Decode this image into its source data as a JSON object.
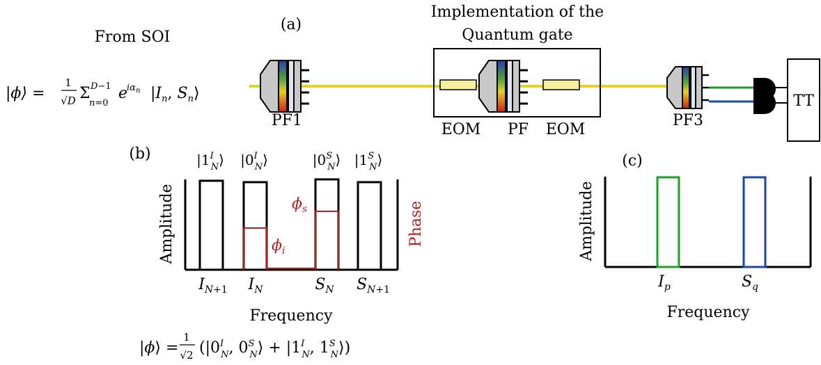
{
  "panel_a": {
    "label": "(a)",
    "source_label": "From SOI",
    "input_state": "|ϕ⟩ = (1/√D) Σ_{n=0}^{D−1} e^{iα_n} |I_n, S_n⟩",
    "gate_title_line1": "Implementation of the",
    "gate_title_line2": "Quantum gate",
    "pf1_label": "PF1",
    "eom_left_label": "EOM",
    "pf_label": "PF",
    "eom_right_label": "EOM",
    "pf3_label": "PF3",
    "tt_label": "TT",
    "colors": {
      "fiber": "#e6d21e",
      "green_path": "#1a9a2a",
      "blue_path": "#1a4aa8"
    }
  },
  "panel_b": {
    "label": "(b)",
    "y_label_left": "Amplitude",
    "y_label_right": "Phase",
    "x_label": "Frequency",
    "top_labels": [
      "|1ᴵ_N⟩",
      "|0ᴵ_N⟩",
      "|0ˢ_N⟩",
      "|1ˢ_N⟩"
    ],
    "bottom_labels": [
      "I_N+1",
      "I_N",
      "S_N",
      "S_N+1"
    ],
    "phase_labels": [
      "ϕ_i",
      "ϕ_s"
    ],
    "output_state": "|ϕ⟩ = (1/√2)(|0ᴵ_N, 0ˢ_N⟩ + |1ᴵ_N, 1ˢ_N⟩)",
    "colors": {
      "amplitude": "#000000",
      "phase": "#b81d1d"
    }
  },
  "panel_c": {
    "label": "(c)",
    "y_label": "Amplitude",
    "x_label": "Frequency",
    "bottom_labels": [
      "I_p",
      "S_q"
    ],
    "colors": {
      "idler": "#1aa024",
      "signal": "#1a46a8"
    }
  }
}
